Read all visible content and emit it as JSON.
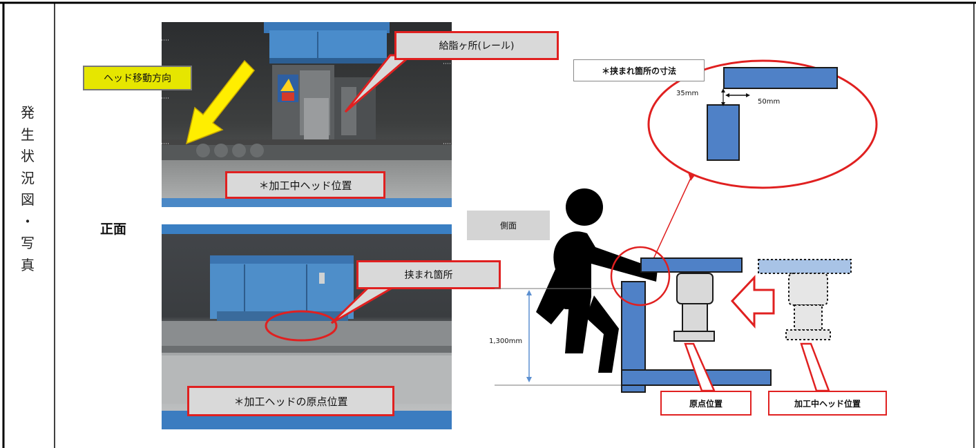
{
  "side_label_chars": [
    "発",
    "生",
    "状",
    "況",
    "図",
    "・",
    "写",
    "真"
  ],
  "front_label": "正面",
  "side_label": "側面",
  "top_photo": {
    "direction_label": "ヘッド移動方向",
    "grease_callout": "給脂ヶ所(レール)",
    "position_caption": "＊加工中ヘッド位置"
  },
  "bottom_photo": {
    "pinch_callout": "挟まれ箇所",
    "position_caption": "＊加工ヘッドの原点位置"
  },
  "diagram": {
    "dimension_title": "＊挟まれ箇所の寸法",
    "gap_vertical": "35mm",
    "gap_horizontal": "50mm",
    "height_label": "1,300mm",
    "origin_label": "原点位置",
    "working_label": "加工中ヘッド位置"
  },
  "colors": {
    "red": "#e02020",
    "blue": "#4f81c7",
    "yellow": "#ffee00",
    "callout_gray": "#d9d9d9"
  }
}
